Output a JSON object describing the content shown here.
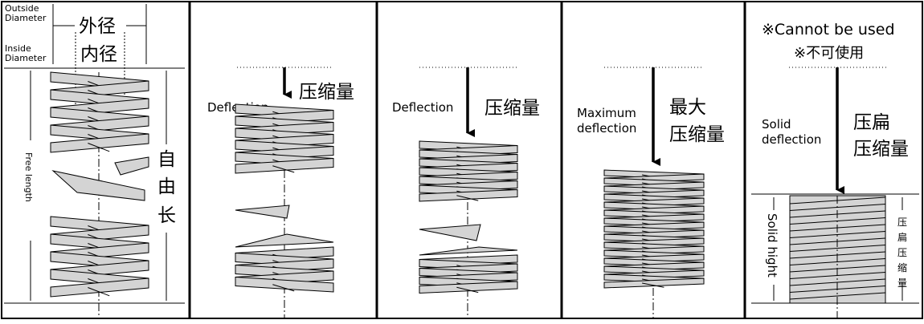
{
  "panels": [
    {
      "id": "free",
      "labels": {
        "outside_diameter_en_1": "Outside",
        "outside_diameter_en_2": "Diameter",
        "outside_diameter_cn": "外径",
        "inside_diameter_en_1": "Inside",
        "inside_diameter_en_2": "Diameter",
        "inside_diameter_cn": "内径",
        "free_length_en": "Free length",
        "free_length_cn_1": "自",
        "free_length_cn_2": "由",
        "free_length_cn_3": "长"
      }
    },
    {
      "id": "deflection",
      "labels": {
        "en": "Deflection",
        "cn": "压缩量"
      }
    },
    {
      "id": "deflection-2",
      "labels": {
        "en": "Deflection",
        "cn": "压缩量"
      }
    },
    {
      "id": "max-deflection",
      "labels": {
        "en_1": "Maximum",
        "en_2": "deflection",
        "cn_1": "最大",
        "cn_2": "压缩量"
      }
    },
    {
      "id": "solid",
      "labels": {
        "note_en": "※Cannot be used",
        "note_cn": "※不可使用",
        "en_1": "Solid",
        "en_2": "deflection",
        "cn_1": "压扁",
        "cn_2": "压缩量",
        "solid_height_en": "Solid hight",
        "solid_height_cn": [
          "压",
          "扁",
          "压",
          "缩",
          "量"
        ]
      }
    }
  ],
  "colors": {
    "coil_fill": "#d4d4d4",
    "line": "#000000",
    "background": "#ffffff"
  }
}
